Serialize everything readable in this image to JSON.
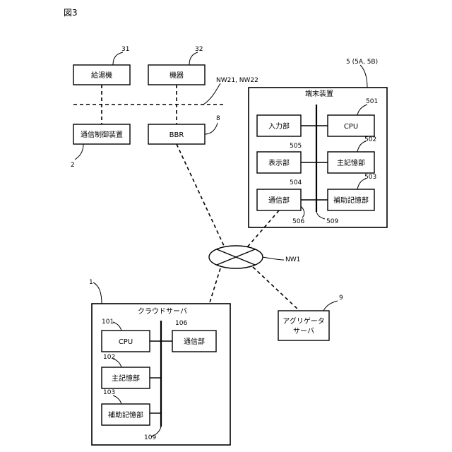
{
  "figure_label": "図3",
  "devices": {
    "water_heater": {
      "label": "給湯機",
      "ref": "31"
    },
    "appliance": {
      "label": "機器",
      "ref": "32"
    },
    "comm_control": {
      "label": "通信制御装置",
      "ref": "2"
    },
    "bbr": {
      "label": "BBR",
      "ref": "8"
    },
    "local_network_ref": "NW21, NW22"
  },
  "terminal": {
    "ref": "5 (5A, 5B)",
    "title": "端末装置",
    "input": {
      "label": "入力部",
      "ref": "505"
    },
    "display": {
      "label": "表示部",
      "ref": "504"
    },
    "comm": {
      "label": "通信部",
      "ref": "506"
    },
    "cpu": {
      "label": "CPU",
      "ref": "501"
    },
    "main_mem": {
      "label": "主記憶部",
      "ref": "502"
    },
    "aux_mem": {
      "label": "補助記憶部",
      "ref": "503"
    },
    "bus_ref": "509"
  },
  "network": {
    "ref": "NW1"
  },
  "cloud": {
    "ref": "1",
    "title": "クラウドサーバ",
    "cpu": {
      "label": "CPU",
      "ref": "101"
    },
    "main_mem": {
      "label": "主記憶部",
      "ref": "102"
    },
    "aux_mem": {
      "label": "補助記憶部",
      "ref": "103"
    },
    "comm": {
      "label": "通信部",
      "ref": "106"
    },
    "bus_ref": "109"
  },
  "aggregator": {
    "label_line1": "アグリゲータ",
    "label_line2": "サーバ",
    "ref": "9"
  }
}
